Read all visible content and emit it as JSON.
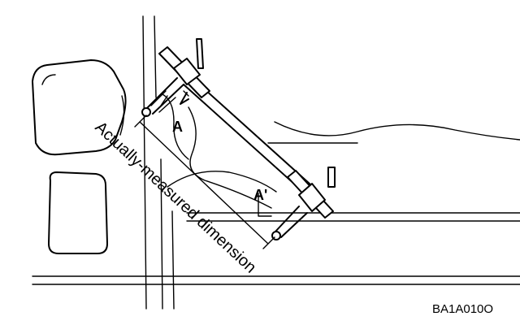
{
  "labels": {
    "a": "A",
    "a_prime": "A'",
    "measured": "Actually-measured dimension",
    "figure_code": "BA1A010O"
  }
}
